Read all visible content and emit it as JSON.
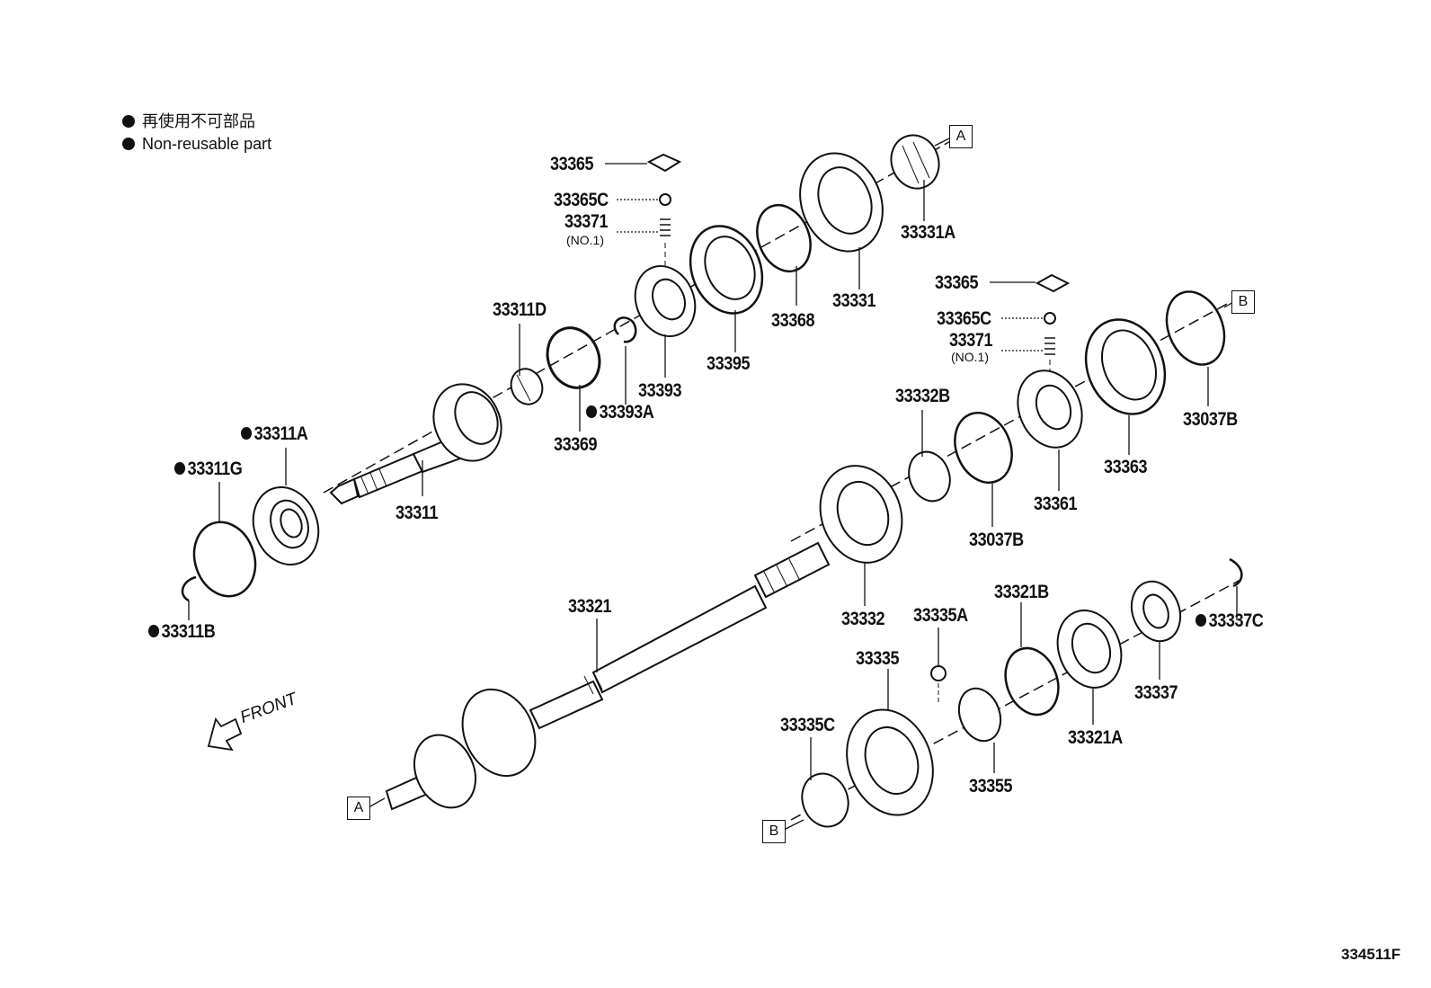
{
  "legend": {
    "japanese": "再使用不可部品",
    "english": "Non-reusable part"
  },
  "direction_label": "FRONT",
  "figure_code": "334511F",
  "connectors": {
    "a": "A",
    "b": "B"
  },
  "parts": {
    "p33365_top": "33365",
    "p33365c_top": "33365C",
    "p33371_top": "33371",
    "p33371_top_note": "(NO.1)",
    "p33331a": "33331A",
    "p33331": "33331",
    "p33368": "33368",
    "p33395": "33395",
    "p33393": "33393",
    "p33393a": "33393A",
    "p33369": "33369",
    "p33311d": "33311D",
    "p33311a": "33311A",
    "p33311g": "33311G",
    "p33311": "33311",
    "p33311b": "33311B",
    "p33365_mid": "33365",
    "p33365c_mid": "33365C",
    "p33371_mid": "33371",
    "p33371_mid_note": "(NO.1)",
    "p33037b_right": "33037B",
    "p33363": "33363",
    "p33361": "33361",
    "p33332b": "33332B",
    "p33037b_mid": "33037B",
    "p33332": "33332",
    "p33321": "33321",
    "p33335a": "33335A",
    "p33321b": "33321B",
    "p33337c": "33337C",
    "p33335": "33335",
    "p33337": "33337",
    "p33321a": "33321A",
    "p33335c": "33335C",
    "p33355": "33355"
  }
}
